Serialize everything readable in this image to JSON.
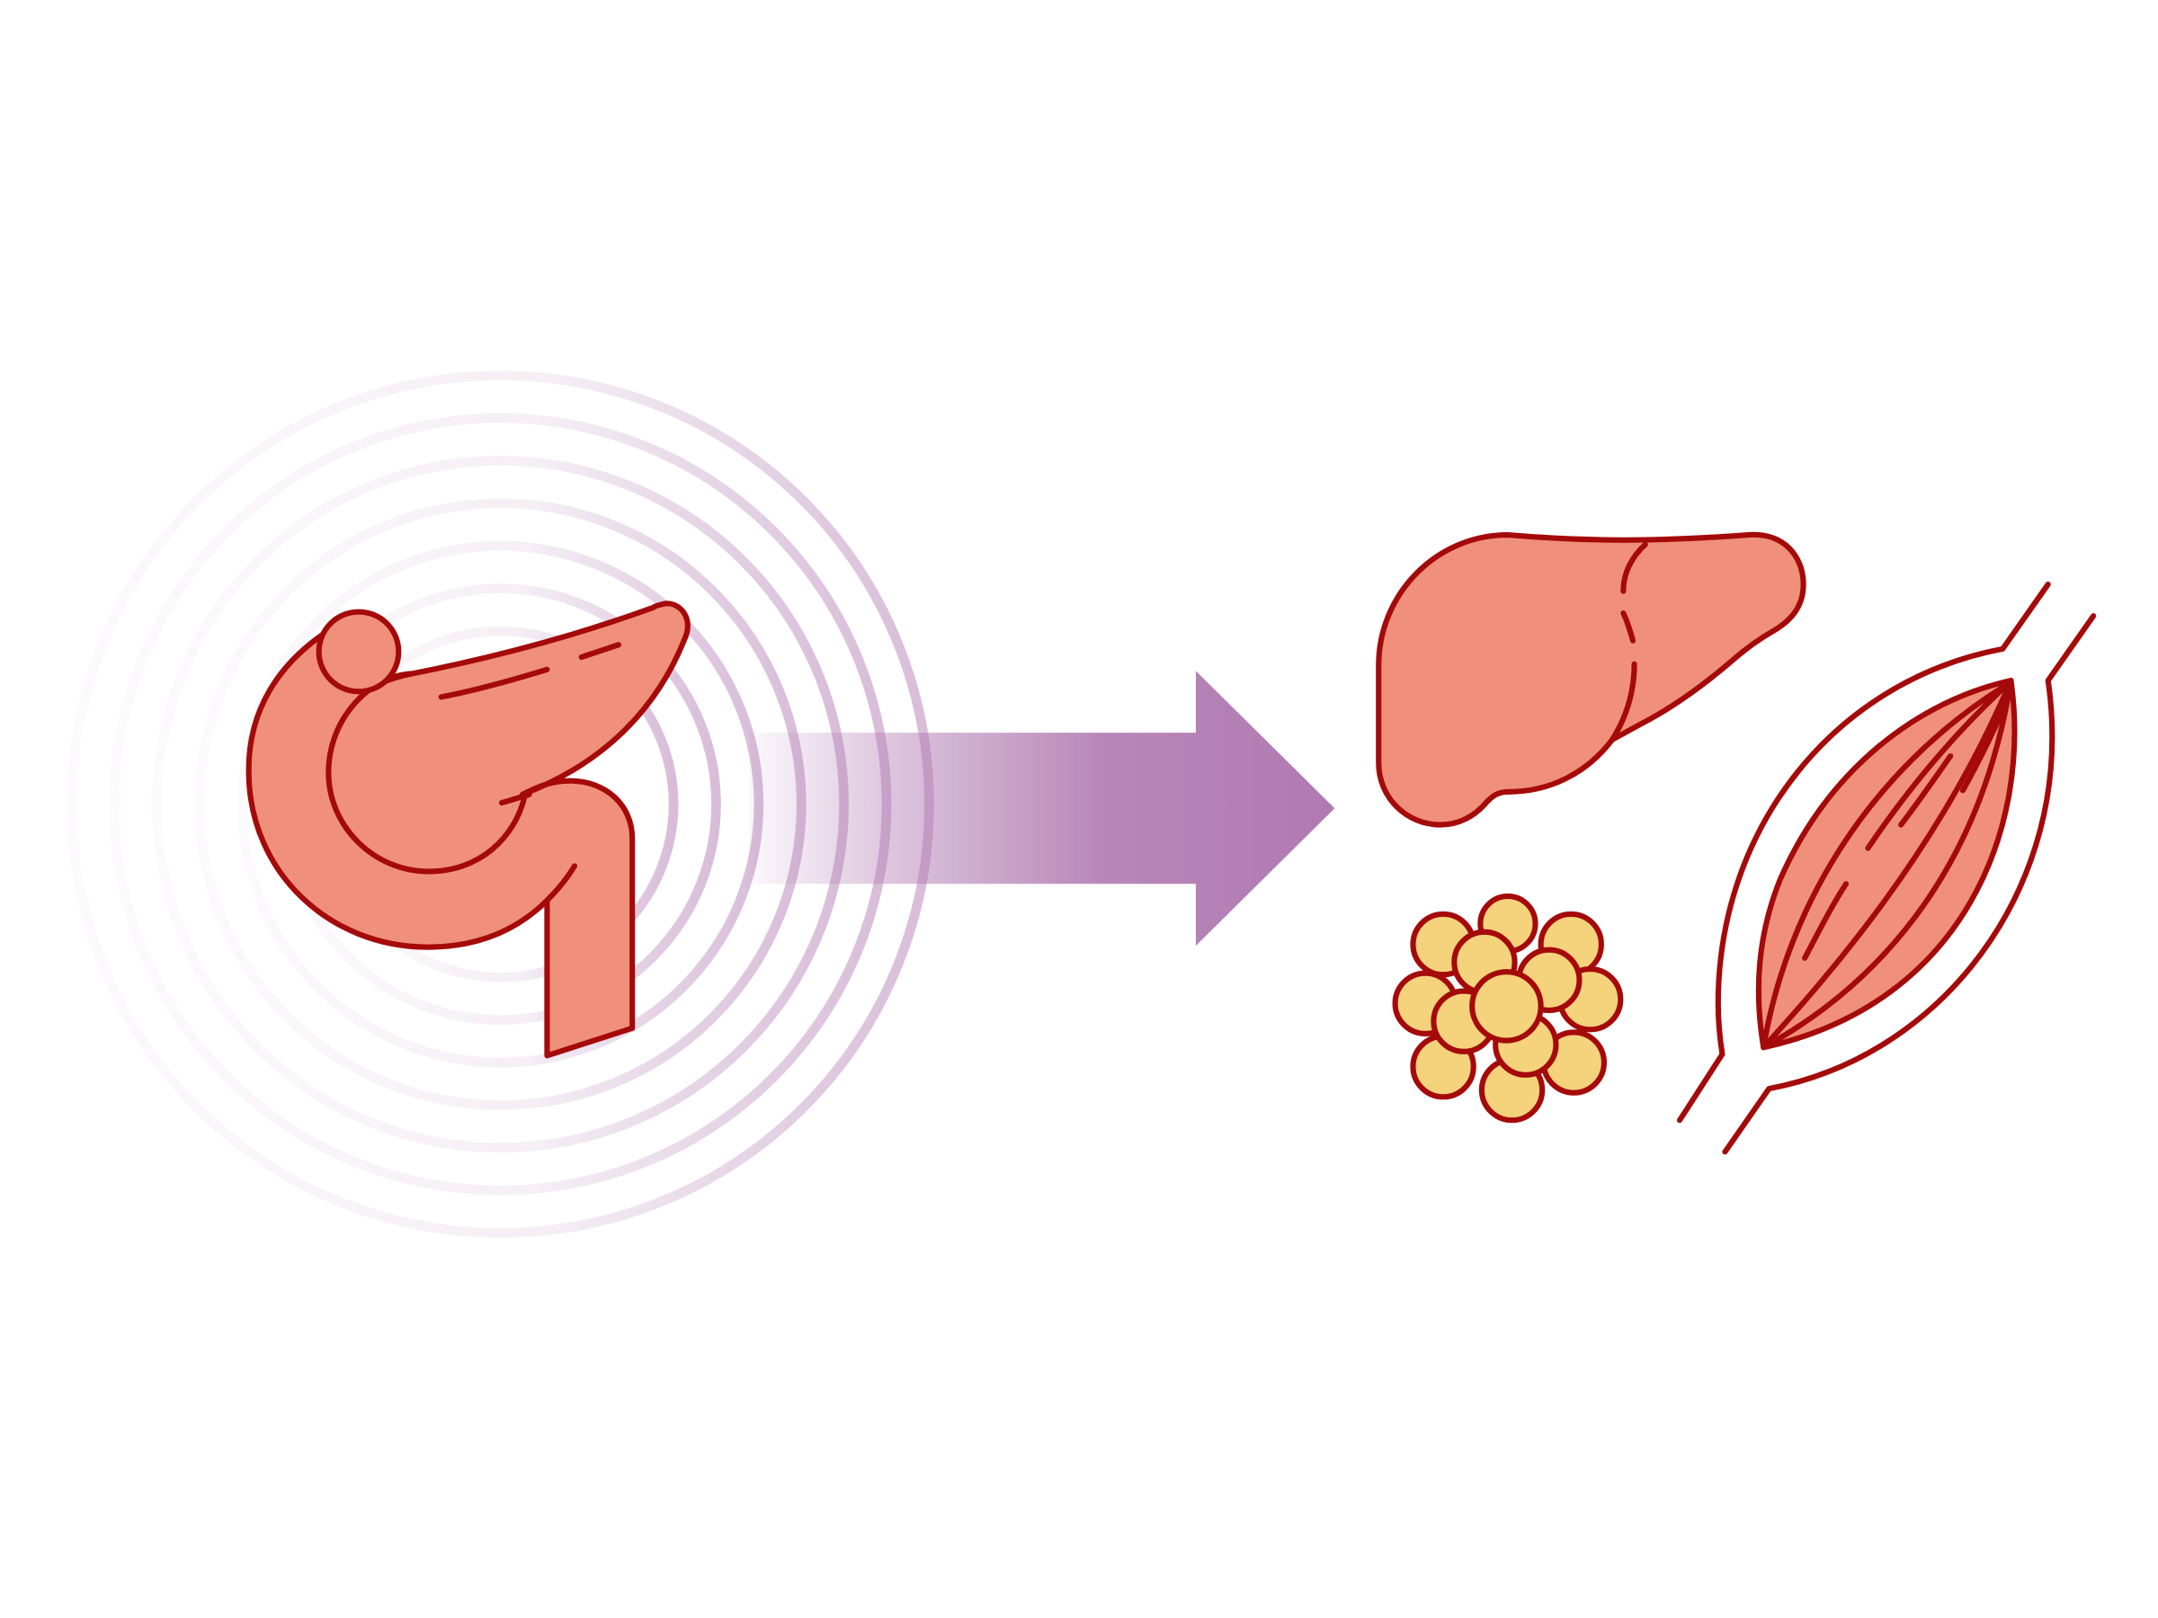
{
  "diagram": {
    "colors": {
      "background": "#ffffff",
      "organ_fill": "#f0907a",
      "outline": "#a50a0a",
      "fat_fill": "#f5d27c",
      "fat_outline": "#a50a0a",
      "arrow": "#b07ab1",
      "wave": "#b07ab1"
    },
    "elements": [
      {
        "name": "pancreas",
        "icon": "pancreas-icon"
      },
      {
        "name": "signal-waves",
        "icon": "radiating-circles-icon"
      },
      {
        "name": "arrow",
        "icon": "arrow-right-icon",
        "direction": "right"
      },
      {
        "name": "liver",
        "icon": "liver-icon"
      },
      {
        "name": "adipose-tissue",
        "icon": "fat-cells-icon"
      },
      {
        "name": "skeletal-muscle",
        "icon": "muscle-icon"
      }
    ]
  }
}
